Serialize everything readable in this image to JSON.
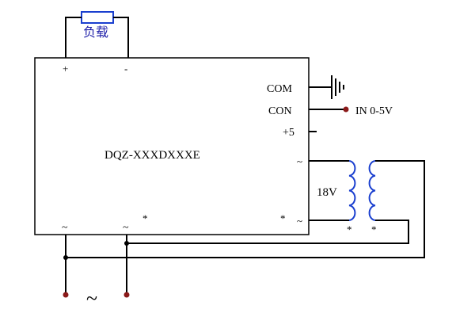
{
  "diagram": {
    "load_label": "负载",
    "module_label": "DQZ-XXXDXXXE",
    "output_plus": "+",
    "output_minus": "-",
    "pin_com": "COM",
    "pin_con": "CON",
    "pin_plus5": "+5",
    "pin_tilde_upper": "~",
    "pin_tilde_lower": "~",
    "pin_tilde_bottom_left": "~",
    "pin_tilde_bottom_right": "~",
    "star_bottom_right": "*",
    "star_right_low": "*",
    "control_input": "IN 0-5V",
    "transformer_voltage": "18V",
    "transformer_star_left": "*",
    "transformer_star_right": "*",
    "ac_source_label": "~"
  },
  "colors": {
    "wire": "#000000",
    "terminal_dot": "#8b1a1a",
    "coil": "#1a3fcf",
    "load_label": "#2222aa"
  },
  "icons": [
    "ground-symbol",
    "resistor-load",
    "transformer-coil",
    "terminal-dot"
  ]
}
